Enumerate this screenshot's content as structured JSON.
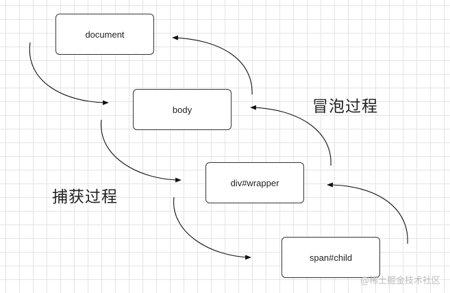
{
  "nodes": {
    "document": "document",
    "body": "body",
    "wrapper": "div#wrapper",
    "child": "span#child"
  },
  "labels": {
    "bubble": "冒泡过程",
    "capture": "捕获过程"
  },
  "watermark": "@稀土掘金技术社区"
}
